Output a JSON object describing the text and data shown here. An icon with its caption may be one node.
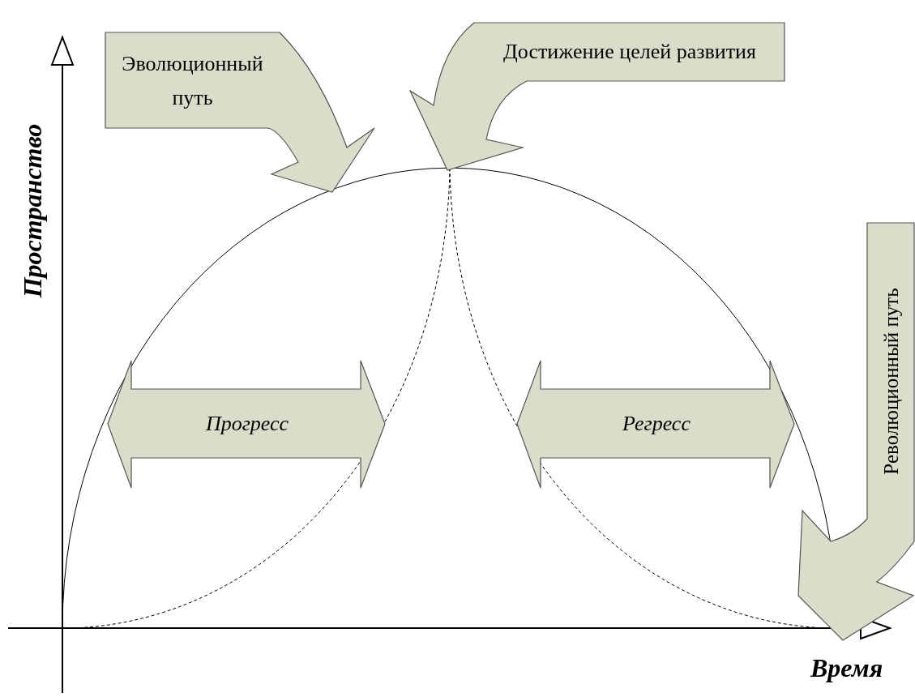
{
  "diagram": {
    "nodes": [
      {
        "text": [
          "Эволюционный путь"
        ]
      },
      {
        "text": [
          "Достижение целей развития"
        ]
      },
      {
        "text": [
          "Прогресс"
        ]
      },
      {
        "text": [
          "Регресс"
        ]
      },
      {
        "text": [
          "Революционный путь"
        ]
      }
    ],
    "labels": [
      "Пространство",
      "Время"
    ]
  }
}
